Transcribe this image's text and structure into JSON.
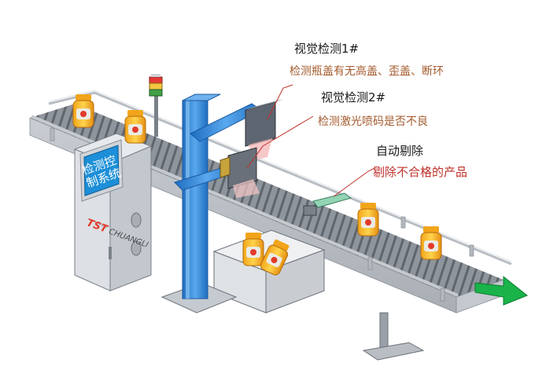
{
  "callouts": {
    "vision1": {
      "title": "视觉检测1#",
      "desc": "检测瓶盖有无高盖、歪盖、断环"
    },
    "vision2": {
      "title": "视觉检测2#",
      "desc": "检测激光喷码是否不良"
    },
    "reject": {
      "title": "自动剔除",
      "desc": "剔除不合格的产品"
    }
  },
  "control_cabinet": {
    "screen_lines": [
      "检测控",
      "制系统"
    ],
    "brand_mark": "TST",
    "brand_sub": "CHUANGLI"
  },
  "colors": {
    "screen": "#1c8fd8",
    "beam": "#2f7fd0",
    "arrow": "#19b34a",
    "desc_text": "#a45b2d",
    "reject_text": "#c0302a"
  }
}
